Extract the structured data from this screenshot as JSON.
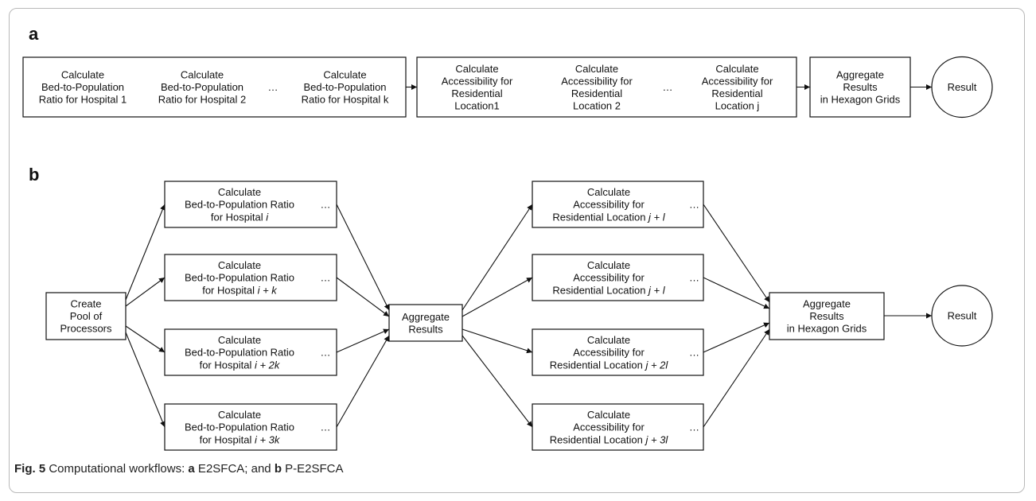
{
  "panels": {
    "a": "a",
    "b": "b"
  },
  "ellipsis": "…",
  "panel_a": {
    "group1": [
      [
        "Calculate",
        "Bed-to-Population",
        "Ratio for Hospital 1"
      ],
      [
        "Calculate",
        "Bed-to-Population",
        "Ratio for Hospital 2"
      ],
      [
        "Calculate",
        "Bed-to-Population",
        "Ratio for Hospital k"
      ]
    ],
    "group2": [
      [
        "Calculate",
        "Accessibility for",
        "Residential",
        "Location1"
      ],
      [
        "Calculate",
        "Accessibility for",
        "Residential",
        "Location 2"
      ],
      [
        "Calculate",
        "Accessibility for",
        "Residential",
        "Location j"
      ]
    ],
    "aggregate": [
      "Aggregate",
      "Results",
      "in Hexagon Grids"
    ],
    "result": "Result"
  },
  "panel_b": {
    "pool": [
      "Create",
      "Pool of",
      "Processors"
    ],
    "hospital_tasks": [
      {
        "l1": "Calculate",
        "l2": "Bed-to-Population Ratio",
        "l3_pre": "for Hospital ",
        "l3_it": "i"
      },
      {
        "l1": "Calculate",
        "l2": "Bed-to-Population Ratio",
        "l3_pre": "for Hospital ",
        "l3_it": "i + k"
      },
      {
        "l1": "Calculate",
        "l2": "Bed-to-Population Ratio",
        "l3_pre": "for Hospital ",
        "l3_it": "i + 2k"
      },
      {
        "l1": "Calculate",
        "l2": "Bed-to-Population Ratio",
        "l3_pre": "for Hospital ",
        "l3_it": "i + 3k"
      }
    ],
    "aggregate_results": [
      "Aggregate",
      "Results"
    ],
    "location_tasks": [
      {
        "l1": "Calculate",
        "l2": "Accessibility for",
        "l3_pre": "Residential Location ",
        "l3_it": "j + l"
      },
      {
        "l1": "Calculate",
        "l2": "Accessibility for",
        "l3_pre": "Residential Location ",
        "l3_it": "j + l"
      },
      {
        "l1": "Calculate",
        "l2": "Accessibility for",
        "l3_pre": "Residential Location ",
        "l3_it": "j + 2l"
      },
      {
        "l1": "Calculate",
        "l2": "Accessibility for",
        "l3_pre": "Residential Location ",
        "l3_it": "j + 3l"
      }
    ],
    "aggregate_grids": [
      "Aggregate",
      "Results",
      "in Hexagon Grids"
    ],
    "result": "Result"
  },
  "caption": {
    "fig": "Fig. 5",
    "t1": "  Computational workflows: ",
    "a": "a",
    "t2": " E2SFCA; and ",
    "b": "b",
    "t3": " P-E2SFCA"
  }
}
